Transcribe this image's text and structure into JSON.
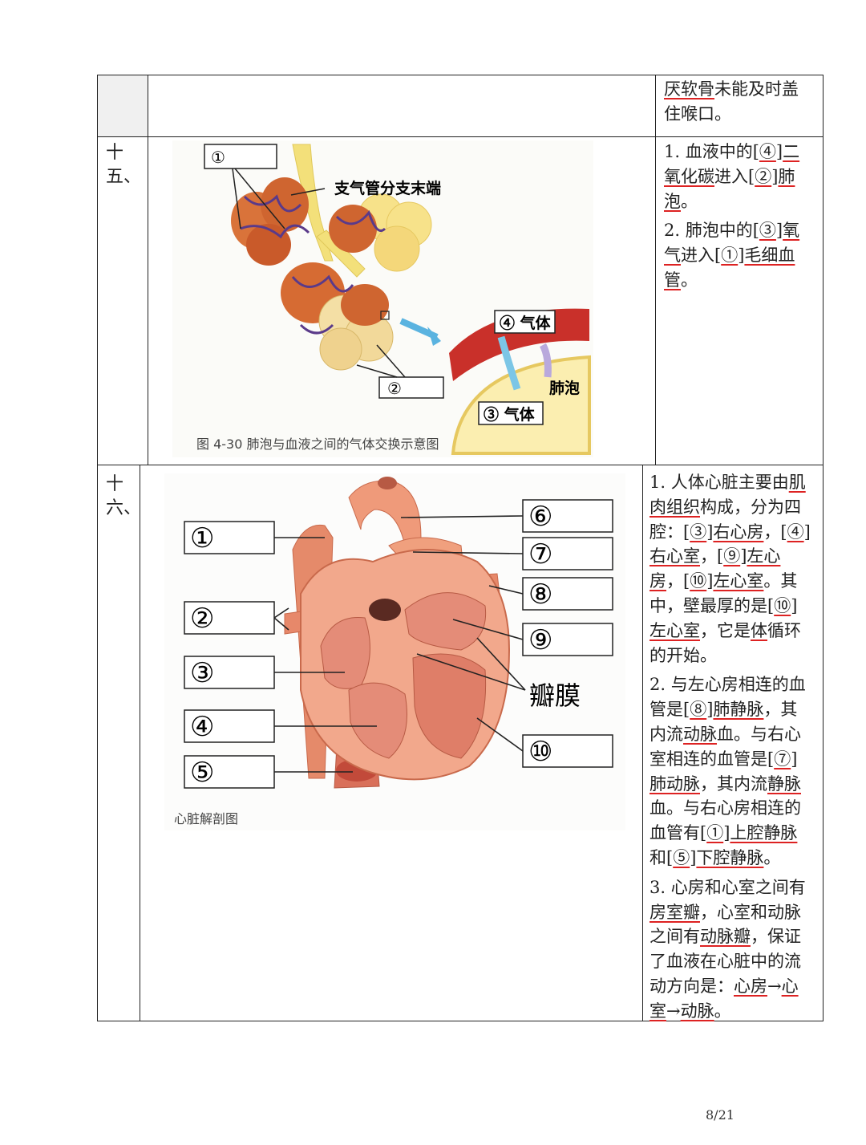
{
  "row14": {
    "answer": [
      "厌软骨",
      "未能及时盖住喉口。"
    ]
  },
  "row15": {
    "num": [
      "十",
      "五、"
    ],
    "figure": {
      "label_1": "①",
      "label_2": "②",
      "label_3": "③ 气体",
      "label_4": "④ 气体",
      "bronchus_label": "支气管分支末端",
      "alveolus_label": "肺泡",
      "caption": "图 4-30 肺泡与血液之间的气体交换示意图"
    },
    "answers": [
      {
        "parts": [
          "1. 血液中的[",
          "④",
          "]",
          "二氧化碳",
          "进入[",
          "②",
          "]",
          "肺泡",
          "。"
        ]
      },
      {
        "parts": [
          "2. 肺泡中的[",
          "③",
          "]",
          "氧气",
          "进入[",
          "①",
          "]",
          "毛细血管",
          "。"
        ]
      }
    ]
  },
  "row16": {
    "num": [
      "十",
      "六、"
    ],
    "figure": {
      "labels": [
        "①",
        "②",
        "③",
        "④",
        "⑤",
        "⑥",
        "⑦",
        "⑧",
        "⑨",
        "⑩"
      ],
      "valve_label": "瓣膜",
      "caption": "心脏解剖图"
    },
    "answer1": [
      "1. 人体心脏主要由",
      "肌肉组织",
      "构成，分为四腔：[",
      "③",
      "]",
      "右心房",
      "，[",
      "④",
      "] ",
      "右心室",
      "，[",
      "⑨",
      "]",
      "左心房",
      "，[",
      "⑩",
      "]",
      "左心室",
      "。其中，壁最厚的是[",
      "⑩",
      "]",
      "左心室",
      "，它是",
      "体",
      "循环的开始。"
    ],
    "answer2": [
      "2. 与左心房相连的血管是[",
      "⑧",
      "]",
      "肺静脉",
      "，其内流",
      "动脉",
      "血。与右心室相连的血管是[",
      "⑦",
      "]",
      "肺动脉",
      "，其内流",
      "静脉",
      "血。与右心房相连的血管有[",
      "①",
      "]",
      "上腔静脉",
      "和[",
      "⑤",
      "]",
      "下腔静脉",
      "。"
    ],
    "answer3": [
      "3. 心房和心室之间有",
      "房室瓣",
      "，心室和动脉之间有",
      "动脉瓣",
      "，保证了血液在心脏中的流动方向是：",
      "心房",
      "→",
      "心室",
      "→",
      "动脉",
      "。"
    ]
  },
  "footer": {
    "page": "8/21"
  }
}
